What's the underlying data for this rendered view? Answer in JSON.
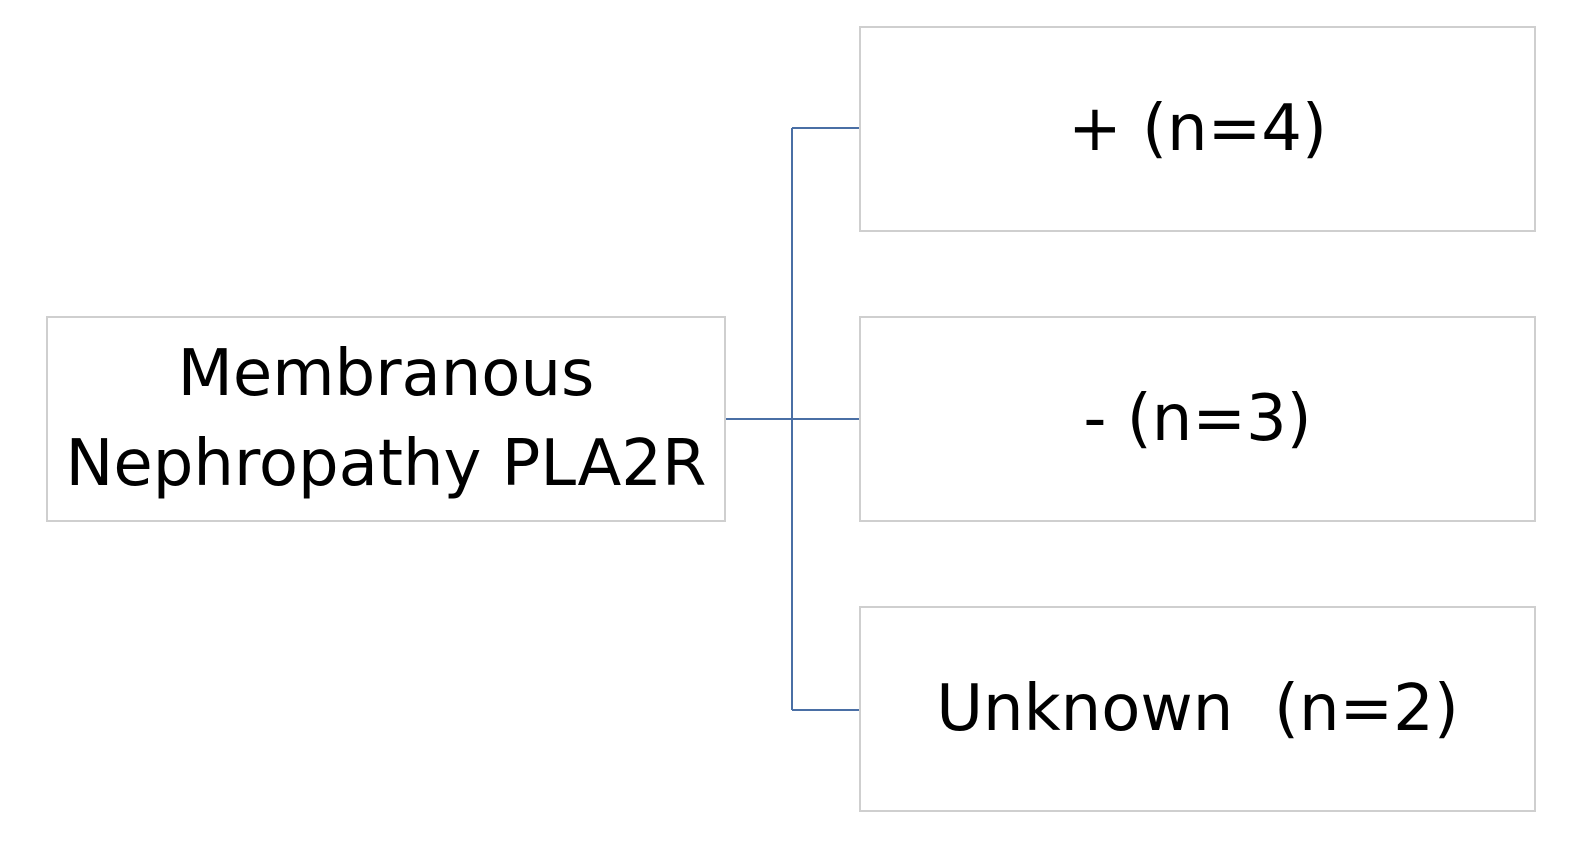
{
  "diagram": {
    "root": {
      "lines": [
        "Membranous",
        "Nephropathy PLA2R"
      ]
    },
    "children": [
      {
        "label": "+ (n=4)"
      },
      {
        "label": "- (n=3)"
      },
      {
        "label": "Unknown  (n=2)"
      }
    ],
    "colors": {
      "connector": "#4a6fa5",
      "box_border": "#cfcfcf",
      "text": "#000000"
    }
  }
}
